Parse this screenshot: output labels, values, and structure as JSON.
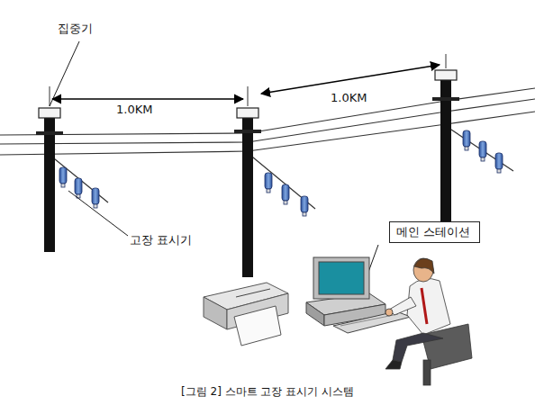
{
  "diagram": {
    "caption": "[그림 2] 스마트 고장 표시기 시스템",
    "nodes": [
      {
        "text": [
          "메인 스테이션"
        ]
      }
    ],
    "labels": [
      "집중기",
      "1.0KM",
      "1.0KM",
      "고장 표시기"
    ]
  }
}
